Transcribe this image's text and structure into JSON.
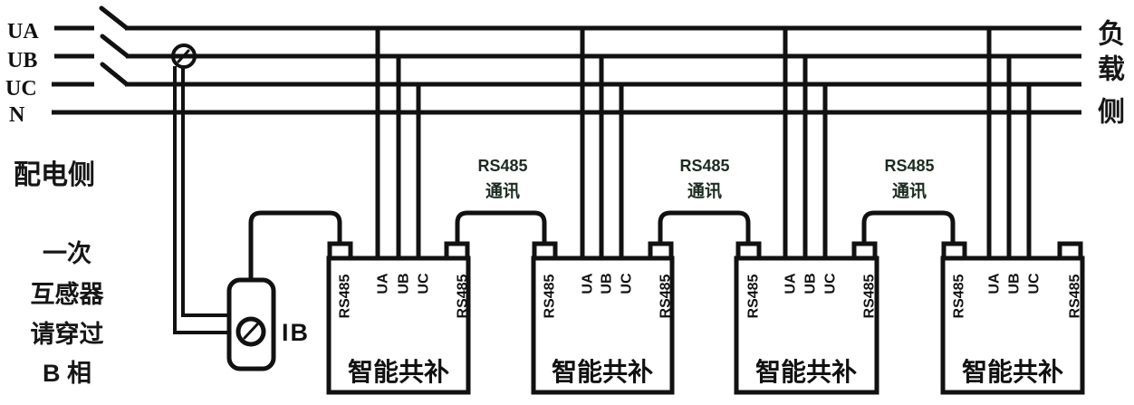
{
  "diagram": {
    "bus": {
      "labels": [
        "UA",
        "UB",
        "UC",
        "N"
      ]
    },
    "distribution_side_label": "配电侧",
    "load_side_label_chars": [
      "负",
      "载",
      "侧"
    ],
    "ct_note_lines": [
      "一次",
      "互感器",
      "请穿过",
      "B 相"
    ],
    "ct_current_label": "IB",
    "comm_links": [
      {
        "line1": "RS485",
        "line2": "通讯"
      },
      {
        "line1": "RS485",
        "line2": "通讯"
      },
      {
        "line1": "RS485",
        "line2": "通讯"
      }
    ],
    "units": [
      {
        "name": "智能共补",
        "ports": [
          "RS485",
          "UA",
          "UB",
          "UC",
          "RS485"
        ]
      },
      {
        "name": "智能共补",
        "ports": [
          "RS485",
          "UA",
          "UB",
          "UC",
          "RS485"
        ]
      },
      {
        "name": "智能共补",
        "ports": [
          "RS485",
          "UA",
          "UB",
          "UC",
          "RS485"
        ]
      },
      {
        "name": "智能共补",
        "ports": [
          "RS485",
          "UA",
          "UB",
          "UC",
          "RS485"
        ]
      }
    ]
  },
  "colors": {
    "ink": "#111111",
    "background": "#ffffff"
  }
}
